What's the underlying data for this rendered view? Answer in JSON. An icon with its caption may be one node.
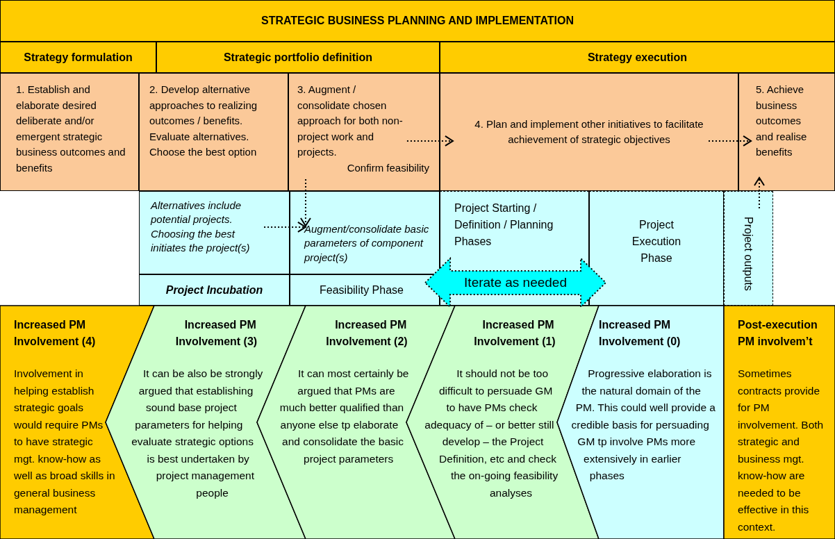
{
  "diagram": {
    "nodes": [
      {
        "text": [
          "STRATEGIC BUSINESS PLANNING AND IMPLEMENTATION"
        ]
      },
      {
        "text": [
          "Strategy formulation"
        ]
      },
      {
        "text": [
          "Strategic portfolio definition"
        ]
      },
      {
        "text": [
          "Strategy execution"
        ]
      },
      {
        "text": [
          "1. Establish and elaborate desired deliberate and/or emergent strategic business outcomes and benefits"
        ]
      },
      {
        "text": [
          "2. Develop alternative approaches to realizing outcomes / benefits. Evaluate alternatives. Choose the best option"
        ]
      },
      {
        "text": [
          "3. Augment / consolidate chosen approach for both non-project work and projects.",
          "Confirm feasibility"
        ]
      },
      {
        "text": [
          "4. Plan and implement other initiatives to facilitate achievement of strategic objectives"
        ]
      },
      {
        "text": [
          "5. Achieve business outcomes and realise benefits"
        ]
      },
      {
        "text": [
          "Alternatives include potential projects. Choosing the best initiates the project(s)"
        ]
      },
      {
        "text": [
          "Augment/consolidate basic parameters of component project(s)"
        ]
      },
      {
        "text": [
          "Project Starting / Definition /  Planning Phases"
        ]
      },
      {
        "text": [
          "Project Execution Phase"
        ]
      },
      {
        "text": [
          "Project outputs"
        ]
      },
      {
        "text": [
          "Project Incubation"
        ]
      },
      {
        "text": [
          "Feasibility Phase"
        ]
      },
      {
        "text": [
          "Increased PM Involvement (4)",
          "Involvement in helping establish strategic goals would require PMs to have strategic mgt. know-how as well as broad skills in general business management"
        ]
      },
      {
        "text": [
          "Increased PM Involvement (3)",
          "It can be also be strongly argued that establishing sound base project parameters for helping evaluate strategic options is best undertaken by project management people"
        ]
      },
      {
        "text": [
          "Increased PM Involvement (2)",
          "It can most certainly be argued that PMs are much better qualified than anyone else tp elaborate and consolidate the basic project parameters"
        ]
      },
      {
        "text": [
          "Increased PM Involvement (1)",
          "It should not be too difficult to persuade GM to have PMs check adequacy of – or better still develop – the Project Definition, etc and check the on-going feasibility analyses"
        ]
      },
      {
        "text": [
          "Increased PM Involvement (0)",
          "Progressive elaboration is the natural domain of the PM. This could well provide a credible basis for persuading GM tp involve PMs more extensively in earlier phases"
        ]
      },
      {
        "text": [
          "Post-execution PM involvem’t",
          "Sometimes contracts provide for PM involvement. Both strategic and business mgt. know-how are needed to be effective in this context."
        ]
      }
    ],
    "edges": [
      {
        "from": 6,
        "to": 7,
        "arrow": "to",
        "style": "dashed"
      },
      {
        "from": 7,
        "to": 8,
        "arrow": "to",
        "style": "dashed"
      },
      {
        "from": 9,
        "to": 10,
        "arrow": "to",
        "style": "dashed"
      },
      {
        "from": 6,
        "to": 10,
        "arrow": "to",
        "style": "dashed"
      },
      {
        "from": 13,
        "to": 8,
        "arrow": "to",
        "style": "dashed"
      },
      {
        "from": 15,
        "to": 12,
        "arrow": "both",
        "label": "Iterate as needed",
        "style": "thick",
        "color": "#00ffff"
      }
    ]
  }
}
